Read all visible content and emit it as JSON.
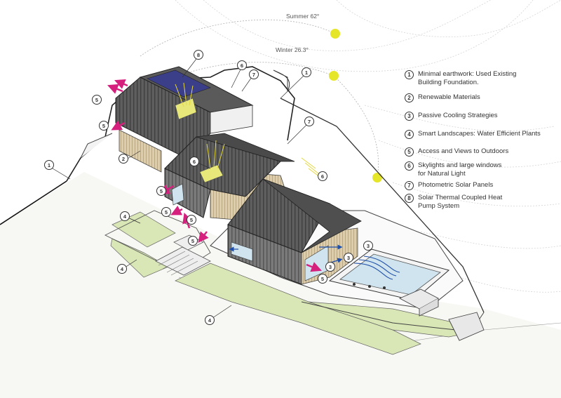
{
  "sun_paths": [
    {
      "label": "Summer 62°"
    },
    {
      "label": "Winter 26.3°"
    }
  ],
  "legend": [
    {
      "num": "1",
      "text": "Minimal earthwork:  Used Existing\nBuilding Foundation."
    },
    {
      "num": "2",
      "text": "Renewable Materials"
    },
    {
      "num": "3",
      "text": "Passive Cooling Strategies"
    },
    {
      "num": "4",
      "text": "Smart Landscapes: Water Efficient Plants"
    },
    {
      "num": "5",
      "text": "Access and Views to Outdoors"
    },
    {
      "num": "6",
      "text": "Skylights and large windows\nfor Natural Light"
    },
    {
      "num": "7",
      "text": "Photometric Solar Panels"
    },
    {
      "num": "8",
      "text": "Solar Thermal Coupled Heat\nPump System"
    }
  ],
  "markers": [
    "8",
    "6",
    "7",
    "1",
    "5",
    "5",
    "2",
    "1",
    "7",
    "6",
    "6",
    "5",
    "5",
    "5",
    "5",
    "4",
    "4",
    "4",
    "3",
    "3",
    "5",
    "3"
  ],
  "colors": {
    "roof": "#5a5a5a",
    "wood": "#d8c9aa",
    "lawn": "#d9e6b5",
    "pool": "#cfe4ee",
    "sun": "#e5e52a",
    "vent_arrow": "#d6207e",
    "cool_arrow": "#1f4fa8"
  }
}
